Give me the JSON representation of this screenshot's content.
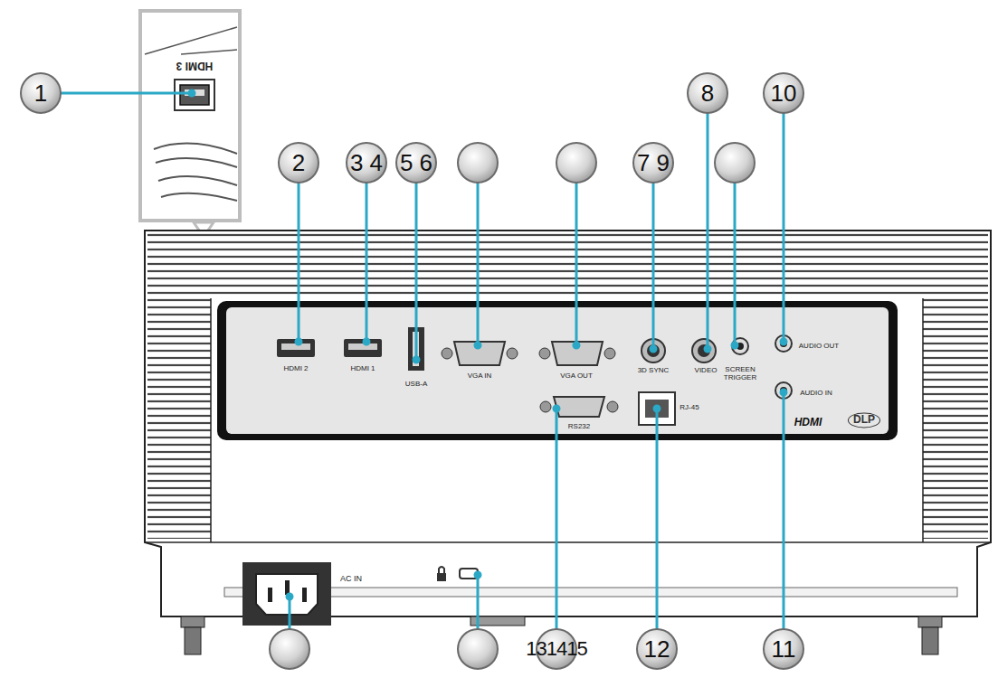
{
  "diagram": {
    "labels": [
      "1",
      "2",
      "3 4",
      "5 6",
      "7 9",
      "8",
      "10",
      "131415",
      "12",
      "11",
      "HDMI 3",
      "HDMI 2",
      "HDMI 1",
      "USB-A",
      "VGA IN",
      "VGA OUT",
      "3D SYNC",
      "VIDEO",
      "SCREEN TRIGGER",
      "AUDIO OUT",
      "AUDIO IN",
      "RS232",
      "RJ-45",
      "AC IN",
      "HDMI",
      "DLP"
    ]
  }
}
